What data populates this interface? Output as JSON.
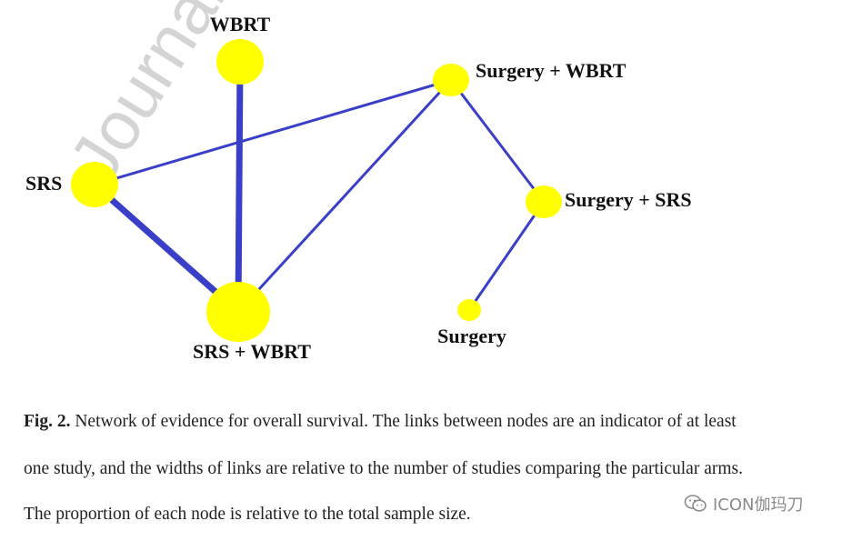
{
  "diagram": {
    "nodes": [
      {
        "id": "wbrt",
        "label": "WBRT",
        "size": "medium"
      },
      {
        "id": "surgery_wbrt",
        "label": "Surgery + WBRT",
        "size": "small"
      },
      {
        "id": "srs",
        "label": "SRS",
        "size": "medium"
      },
      {
        "id": "surgery_srs",
        "label": "Surgery + SRS",
        "size": "small"
      },
      {
        "id": "srs_wbrt",
        "label": "SRS + WBRT",
        "size": "large"
      },
      {
        "id": "surgery",
        "label": "Surgery",
        "size": "tiny"
      }
    ],
    "edges": [
      {
        "from": "wbrt",
        "to": "srs_wbrt",
        "weight": "thick"
      },
      {
        "from": "srs",
        "to": "srs_wbrt",
        "weight": "thick"
      },
      {
        "from": "srs",
        "to": "surgery_wbrt",
        "weight": "thin"
      },
      {
        "from": "surgery_wbrt",
        "to": "srs_wbrt",
        "weight": "thin"
      },
      {
        "from": "surgery_wbrt",
        "to": "surgery_srs",
        "weight": "thin"
      },
      {
        "from": "surgery_srs",
        "to": "surgery",
        "weight": "thin"
      }
    ],
    "node_color": "#ffff00",
    "edge_color": "#3a3fc8"
  },
  "watermark_text": "Journal",
  "caption": {
    "fig_label": "Fig. 2.",
    "line1": " Network of evidence for overall survival. The links between nodes are an indicator of at least",
    "line2": "one study, and the widths of links are relative to the number of studies comparing the particular arms.",
    "line3": "The proportion of each node is relative to the total sample size."
  },
  "brand": {
    "text": "ICON伽玛刀",
    "icon": "wechat-icon"
  }
}
